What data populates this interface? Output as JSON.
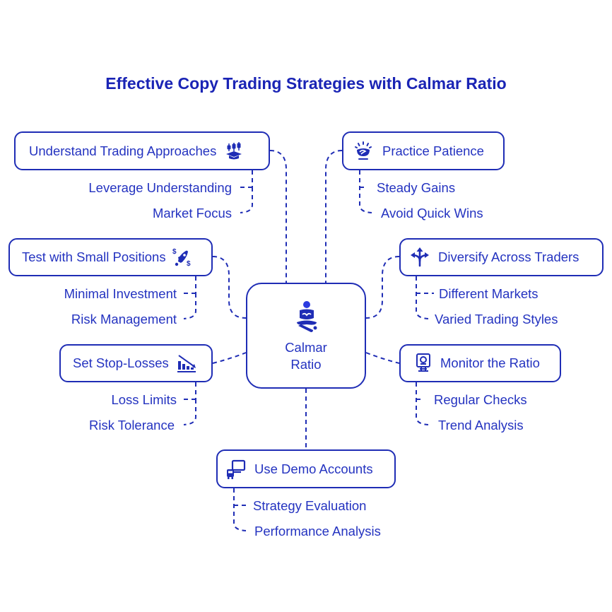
{
  "title": "Effective Copy Trading Strategies with Calmar Ratio",
  "colors": {
    "primary": "#1f2db5",
    "text": "#2433c0",
    "background": "#ffffff"
  },
  "center": {
    "line1": "Calmar",
    "line2": "Ratio",
    "icon": "meditation-icon"
  },
  "nodes": {
    "understand": {
      "label": "Understand Trading Approaches",
      "icon": "candlestick-graduation-icon",
      "children": [
        "Leverage Understanding",
        "Market Focus"
      ]
    },
    "patience": {
      "label": "Practice Patience",
      "icon": "bowl-lotus-icon",
      "children": [
        "Steady Gains",
        "Avoid Quick Wins"
      ]
    },
    "small": {
      "label": "Test with Small Positions",
      "icon": "rocket-dollar-icon",
      "children": [
        "Minimal Investment",
        "Risk Management"
      ]
    },
    "diversify": {
      "label": "Diversify Across Traders",
      "icon": "split-arrows-icon",
      "children": [
        "Different Markets",
        "Varied Trading Styles"
      ]
    },
    "stoploss": {
      "label": "Set Stop-Losses",
      "icon": "declining-chart-icon",
      "children": [
        "Loss Limits",
        "Risk Tolerance"
      ]
    },
    "monitor": {
      "label": "Monitor the Ratio",
      "icon": "monitor-icon",
      "children": [
        "Regular Checks",
        "Trend Analysis"
      ]
    },
    "demo": {
      "label": "Use Demo Accounts",
      "icon": "devices-icon",
      "children": [
        "Strategy Evaluation",
        "Performance Analysis"
      ]
    }
  }
}
